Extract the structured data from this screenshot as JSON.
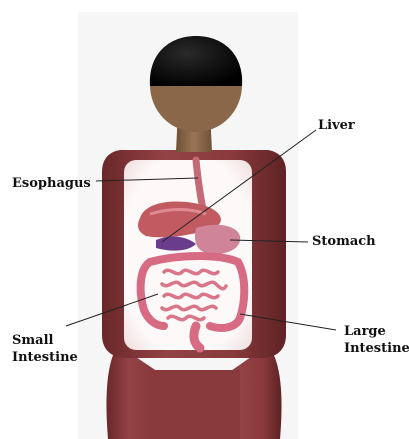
{
  "labels": {
    "liver": "Liver",
    "esophagus": "Esophagus",
    "stomach": "Stomach",
    "small_intestine": [
      "Small",
      "Intestine"
    ],
    "large_intestine": [
      "Large",
      "Intestine"
    ]
  },
  "colors": {
    "skin": "#8a3a3c",
    "head": "#0a0a0a",
    "neck": "#8a6748",
    "panel": "#fbf6f6",
    "organ_red": "#c25a62",
    "stomach": "#cf8497",
    "pancreas": "#6a3c8c",
    "intestine": "#d66b83"
  }
}
